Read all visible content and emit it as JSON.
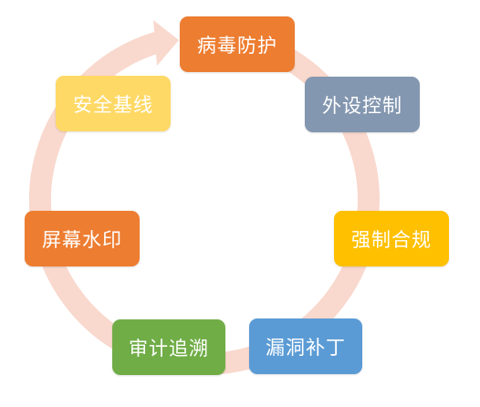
{
  "diagram": {
    "ring_color": "#f9d8cd",
    "nodes": [
      {
        "label": "病毒防护",
        "color": "#ed7d31"
      },
      {
        "label": "外设控制",
        "color": "#8497b0"
      },
      {
        "label": "强制合规",
        "color": "#ffc000"
      },
      {
        "label": "漏洞补丁",
        "color": "#5b9bd5"
      },
      {
        "label": "审计追溯",
        "color": "#70ad47"
      },
      {
        "label": "屏幕水印",
        "color": "#ed7d31"
      },
      {
        "label": "安全基线",
        "color": "#ffd966"
      }
    ]
  }
}
